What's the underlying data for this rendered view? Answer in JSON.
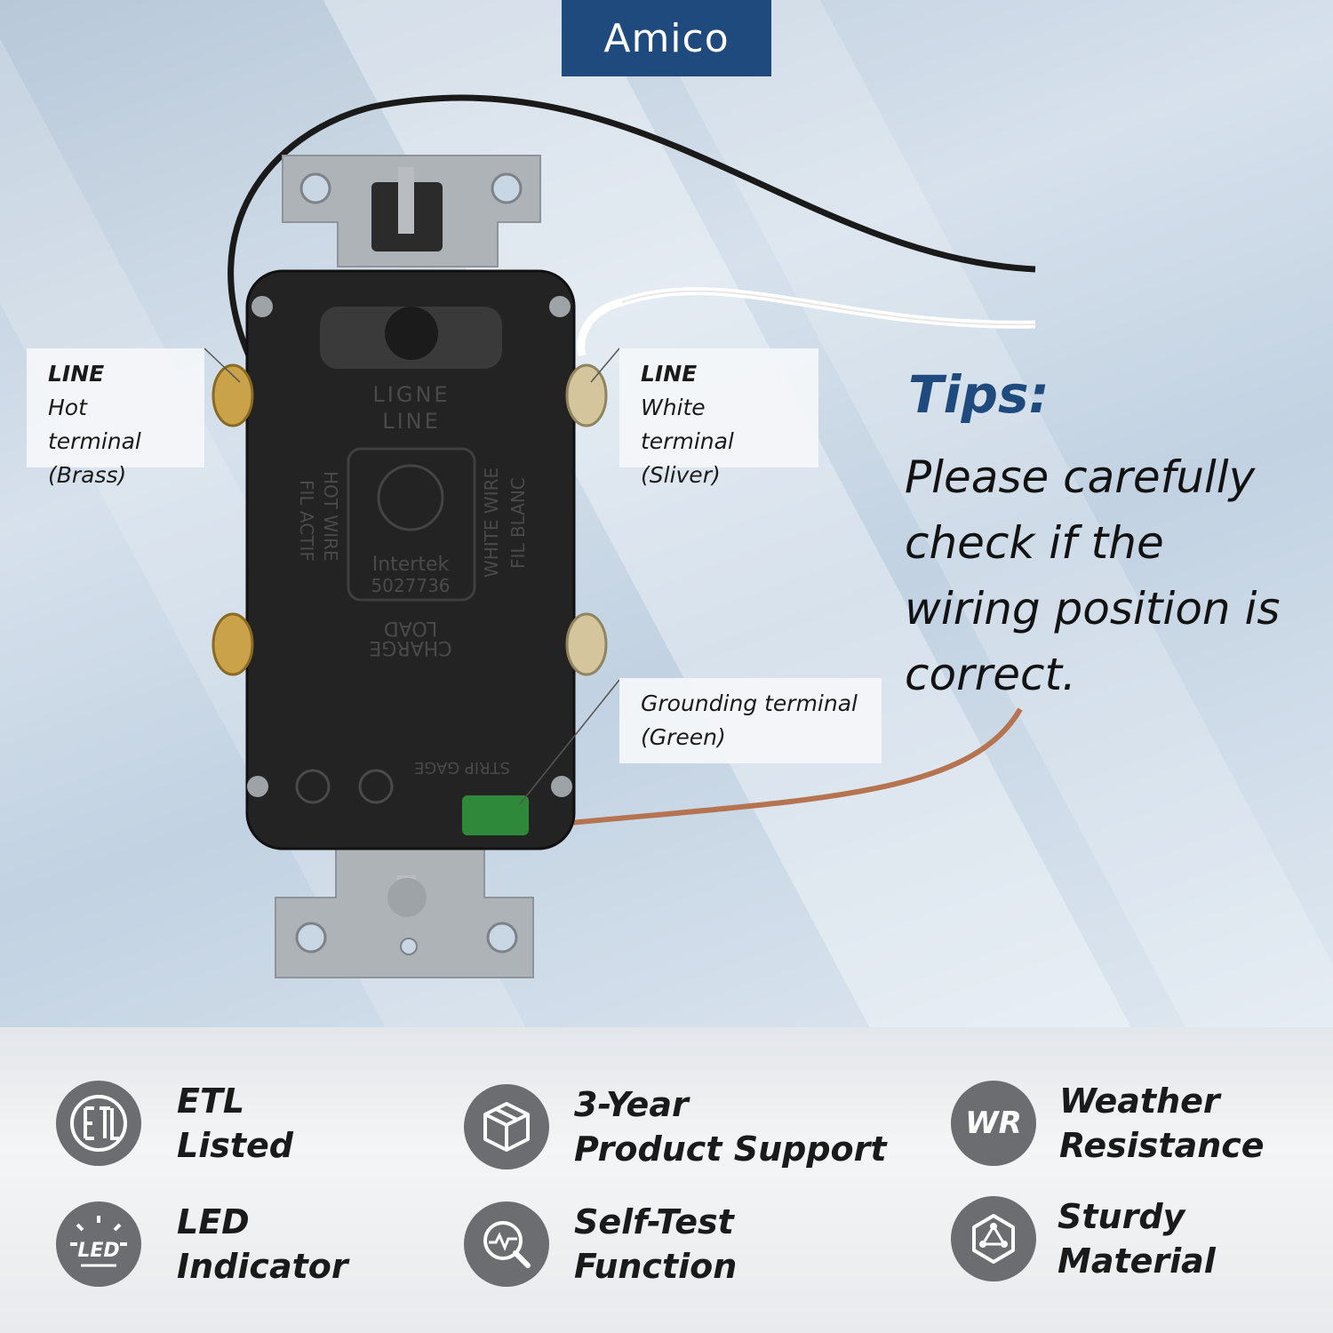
{
  "brand": {
    "logo_text": "Amico"
  },
  "callouts": {
    "line_hot": {
      "title": "LINE",
      "line1": "Hot terminal",
      "line2": "(Brass)"
    },
    "line_white": {
      "title": "LINE",
      "line1": "White terminal",
      "line2": "(Sliver)"
    },
    "ground": {
      "line1": "Grounding terminal",
      "line2": "(Green)"
    }
  },
  "tips": {
    "title": "Tips:",
    "body": "Please carefully check if the wiring position is correct."
  },
  "receptacle_markings": {
    "ligne": "LIGNE",
    "line": "LINE",
    "hot_wire": "HOT WIRE",
    "fil_actif": "FIL ACTIF",
    "white_wire": "WHITE WIRE",
    "fil_blanc": "FIL BLANC",
    "intertek": "Intertek",
    "cert_number": "5027736",
    "load": "LOAD",
    "charge": "CHARGE",
    "strip_gage": "STRIP GAGE"
  },
  "features": [
    {
      "icon": "etl-icon",
      "label": "ETL\nListed"
    },
    {
      "icon": "box-icon",
      "label": "3-Year\nProduct Support"
    },
    {
      "icon": "wr-icon",
      "icon_text": "WR",
      "label": "Weather\nResistance"
    },
    {
      "icon": "led-icon",
      "icon_text": "LED",
      "label": "LED\nIndicator"
    },
    {
      "icon": "self-test-icon",
      "label": "Self-Test\nFunction"
    },
    {
      "icon": "material-icon",
      "label": "Sturdy\nMaterial"
    }
  ],
  "colors": {
    "brand_blue": "#1f4a7e",
    "icon_gray": "#6b6d70",
    "copper_wire": "#b5734f",
    "hot_wire": "#1a1a1a",
    "white_wire": "#ffffff"
  }
}
